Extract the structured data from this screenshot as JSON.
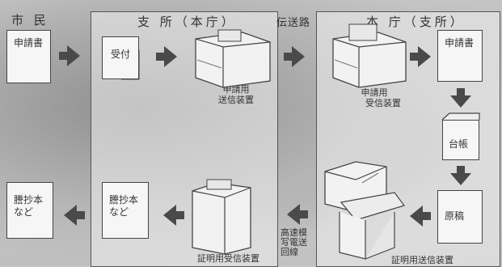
{
  "headers": {
    "citizen": "市 民",
    "branch": "支 所（本庁）",
    "transmission": "伝送路",
    "main_office": "本 庁（支所）"
  },
  "nodes": {
    "application_form_left": "申請書",
    "reception": "受付",
    "application_form_right": "申請書",
    "register": "台帳",
    "original": "原稿",
    "copy_branch_line1": "謄抄本",
    "copy_branch_line2": "など",
    "copy_citizen_line1": "謄抄本",
    "copy_citizen_line2": "など"
  },
  "captions": {
    "app_send_line1": "申請用",
    "app_send_line2": "送信装置",
    "app_recv_line1": "申請用",
    "app_recv_line2": "受信装置",
    "cert_recv": "証明用受信装置",
    "cert_send": "証明用送信装置",
    "fax_line1": "高速模",
    "fax_line2": "写電送",
    "fax_line3": "回線"
  },
  "colors": {
    "arrow": "#4a4a4a",
    "border": "#444444"
  }
}
